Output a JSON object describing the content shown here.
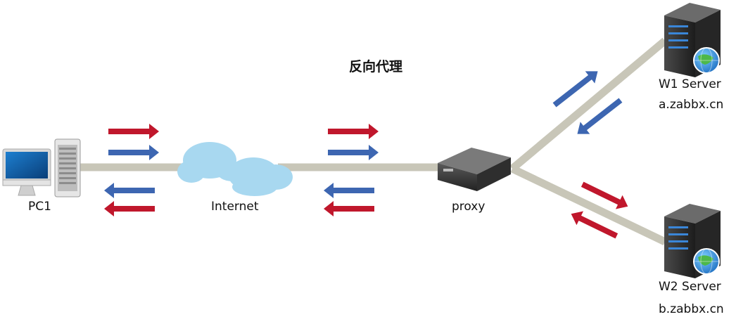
{
  "title": "反向代理",
  "nodes": {
    "pc": {
      "label": "PC1"
    },
    "internet": {
      "label": "Internet"
    },
    "proxy": {
      "label": "proxy"
    },
    "server1": {
      "label": "W1 Server",
      "domain": "a.zabbx.cn"
    },
    "server2": {
      "label": "W2 Server",
      "domain": "b.zabbx.cn"
    }
  },
  "colors": {
    "link": "#c8c6b8",
    "request_arrow": "#c0172c",
    "response_arrow": "#3d66b1",
    "server_body": "#2b2b2b",
    "cloud": "#a8d8f0",
    "proxy_body": "#3a3a3a"
  }
}
